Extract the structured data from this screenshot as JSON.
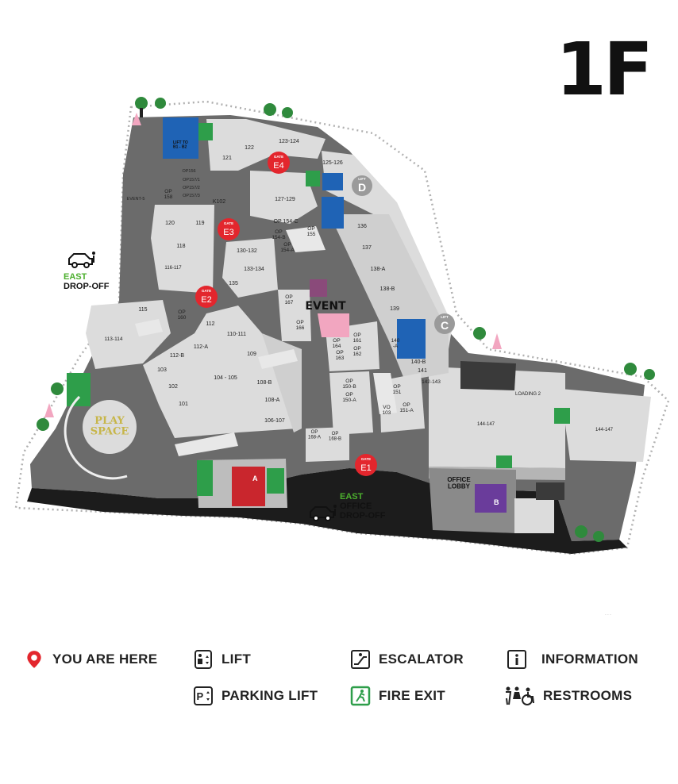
{
  "floor": "1F",
  "units": {
    "u121": "121",
    "u122": "122",
    "u123": "123-124",
    "u125": "125-126",
    "u127": "127-129",
    "u119": "119",
    "u120": "120",
    "u118": "118",
    "u116": "116-117",
    "u130": "130-132",
    "u133": "133-134",
    "u135": "135",
    "u115": "115",
    "u113": "113-114",
    "u112": "112",
    "u112a": "112-A",
    "u112b": "112-B",
    "u110": "110-111",
    "u109": "109",
    "u103": "103",
    "u102": "102",
    "u101": "101",
    "u104": "104 - 105",
    "u108b": "108-B",
    "u108a": "108-A",
    "u106": "106-107",
    "u136": "136",
    "u137": "137",
    "u138a": "138-A",
    "u138b": "138-B",
    "u139": "139",
    "u140a": "140\n-A",
    "u140b": "140-B",
    "u141": "141",
    "u142": "142-143",
    "u144a": "144-147",
    "u144b": "144-147",
    "k102": "K102",
    "op156": "OP156",
    "op1571": "OP157/1",
    "op1572": "OP157/2",
    "op1573": "OP157/3",
    "op158": "OP\n158",
    "op154c": "OP 154-C",
    "op154b": "OP\n154-B",
    "op155": "OP\n155",
    "op154a": "OP\n154-A",
    "op167": "OP\n167",
    "op160": "OP\n160",
    "op166": "OP\n166",
    "op164": "OP\n164",
    "op161": "OP\n161",
    "op163": "OP\n163",
    "op162": "OP\n162",
    "op150b": "OP\n150-B",
    "op150a": "OP\n150-A",
    "op151": "OP\n151",
    "op151a": "OP\n151-A",
    "vo103": "VO\n103",
    "op168a": "OP\n168-A",
    "op168b": "OP\n168-B",
    "event5": "EVENT-5"
  },
  "gates": [
    {
      "id": "E4",
      "word": "GATE"
    },
    {
      "id": "E3",
      "word": "GATE"
    },
    {
      "id": "E2",
      "word": "GATE"
    },
    {
      "id": "E1",
      "word": "GATE"
    }
  ],
  "lifts": [
    {
      "id": "D",
      "word": "LIFT"
    },
    {
      "id": "C",
      "word": "LIFT"
    }
  ],
  "labels": {
    "lift_to": "LIFT TO\nB1 - B2",
    "event": "EVENT",
    "play_space": "PLAY\nSPACE",
    "loading": "LOADING 2",
    "office_lobby": "OFFICE\nLOBBY",
    "east_dropoff_1": "EAST",
    "east_dropoff_1_sub": "DROP-OFF",
    "east_dropoff_2": "EAST",
    "east_dropoff_2_sub1": "OFFICE",
    "east_dropoff_2_sub2": "DROP-OFF",
    "lift_a": "A",
    "lift_b": "B",
    "faint_mark": "- - -"
  },
  "legend": {
    "you_are_here": "YOU ARE HERE",
    "lift": "LIFT",
    "escalator": "ESCALATOR",
    "information": "INFORMATION",
    "parking_lift": "PARKING LIFT",
    "fire_exit": "FIRE EXIT",
    "restrooms": "RESTROOMS"
  },
  "colors": {
    "building_dark": "#6b6b6b",
    "building_mid": "#8a8a8a",
    "unit_light": "#dcdcdc",
    "unit_shadow": "#b5b5b5",
    "gate_red": "#e3262d",
    "lift_blue": "#1f63b5",
    "fire_green": "#2e9e4a",
    "tree_green": "#2f8a3c",
    "tree_pink": "#f2a6c0",
    "dotted_path": "#b0b0b0",
    "legend_red": "#e3262d",
    "purple": "#6a3c9b",
    "text_dark": "#111111"
  },
  "icons": [
    "pin-icon",
    "lift-icon",
    "escalator-icon",
    "information-icon",
    "parking-lift-icon",
    "fire-exit-icon",
    "restroom-icon",
    "car-icon",
    "tree-icon"
  ]
}
